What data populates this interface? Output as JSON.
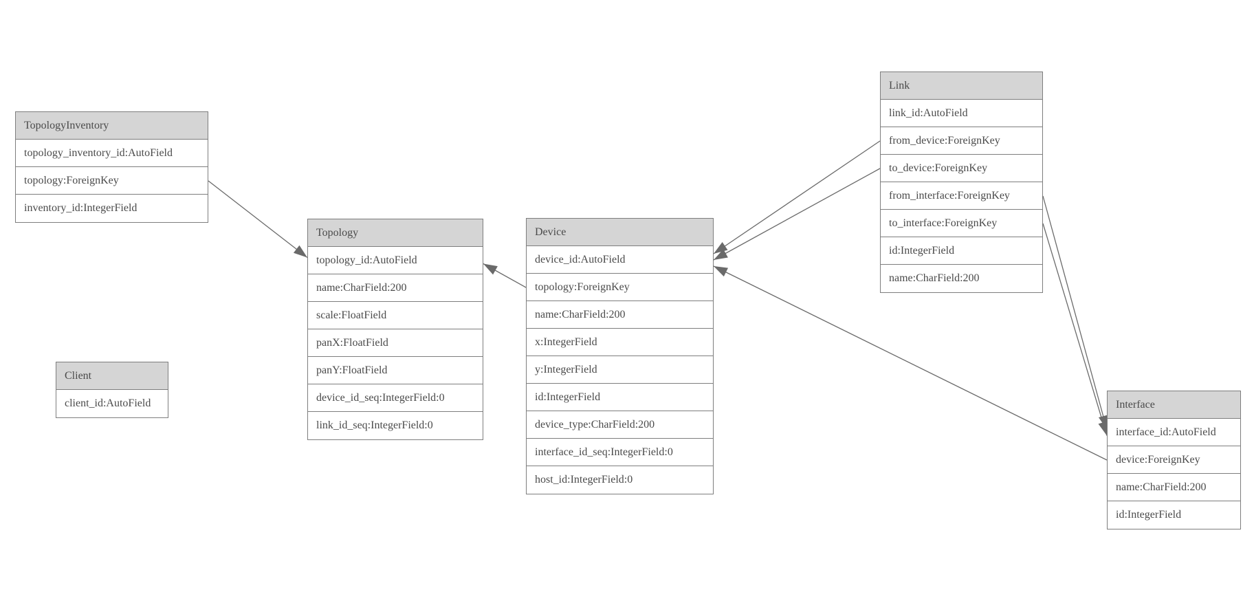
{
  "diagram": {
    "kind": "database-model-diagram",
    "colors": {
      "background": "#ffffff",
      "header_fill": "#d5d5d5",
      "border": "#7d7d7d",
      "text": "#4a4a4a",
      "edge": "#6a6a6a"
    }
  },
  "entities": [
    {
      "name": "TopologyInventory",
      "fields": [
        "topology_inventory_id:AutoField",
        "topology:ForeignKey",
        "inventory_id:IntegerField"
      ]
    },
    {
      "name": "Topology",
      "fields": [
        "topology_id:AutoField",
        "name:CharField:200",
        "scale:FloatField",
        "panX:FloatField",
        "panY:FloatField",
        "device_id_seq:IntegerField:0",
        "link_id_seq:IntegerField:0"
      ]
    },
    {
      "name": "Client",
      "fields": [
        "client_id:AutoField"
      ]
    },
    {
      "name": "Device",
      "fields": [
        "device_id:AutoField",
        "topology:ForeignKey",
        "name:CharField:200",
        "x:IntegerField",
        "y:IntegerField",
        "id:IntegerField",
        "device_type:CharField:200",
        "interface_id_seq:IntegerField:0",
        "host_id:IntegerField:0"
      ]
    },
    {
      "name": "Link",
      "fields": [
        "link_id:AutoField",
        "from_device:ForeignKey",
        "to_device:ForeignKey",
        "from_interface:ForeignKey",
        "to_interface:ForeignKey",
        "id:IntegerField",
        "name:CharField:200"
      ]
    },
    {
      "name": "Interface",
      "fields": [
        "interface_id:AutoField",
        "device:ForeignKey",
        "name:CharField:200",
        "id:IntegerField"
      ]
    }
  ],
  "relationships": [
    {
      "from_entity": "TopologyInventory",
      "from_field": "topology:ForeignKey",
      "to_entity": "Topology",
      "to_field": "topology_id:AutoField"
    },
    {
      "from_entity": "Device",
      "from_field": "topology:ForeignKey",
      "to_entity": "Topology",
      "to_field": "topology_id:AutoField"
    },
    {
      "from_entity": "Link",
      "from_field": "from_device:ForeignKey",
      "to_entity": "Device",
      "to_field": "device_id:AutoField"
    },
    {
      "from_entity": "Link",
      "from_field": "to_device:ForeignKey",
      "to_entity": "Device",
      "to_field": "device_id:AutoField"
    },
    {
      "from_entity": "Interface",
      "from_field": "device:ForeignKey",
      "to_entity": "Device",
      "to_field": "device_id:AutoField"
    },
    {
      "from_entity": "Link",
      "from_field": "from_interface:ForeignKey",
      "to_entity": "Interface",
      "to_field": "interface_id:AutoField"
    },
    {
      "from_entity": "Link",
      "from_field": "to_interface:ForeignKey",
      "to_entity": "Interface",
      "to_field": "interface_id:AutoField"
    }
  ]
}
